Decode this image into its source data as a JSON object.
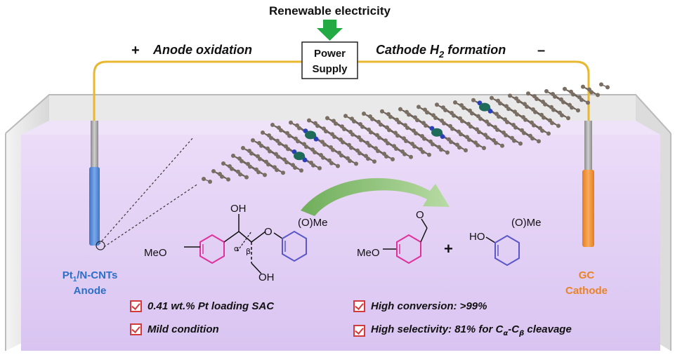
{
  "header": {
    "energy": "Renewable electricity",
    "power_supply_line1": "Power",
    "power_supply_line2": "Supply",
    "anode_sign": "+",
    "anode_process": "Anode oxidation",
    "cathode_process_prefix": "Cathode H",
    "cathode_process_sub": "2",
    "cathode_process_suffix": " formation",
    "cathode_sign": "–"
  },
  "electrodes": {
    "anode_material_prefix": "Pt",
    "anode_material_sub": "1",
    "anode_material_suffix": "/N-CNTs",
    "anode_label": "Anode",
    "cathode_material": "GC",
    "cathode_label": "Cathode"
  },
  "chemistry": {
    "reactant_meo": "MeO",
    "reactant_oh_top": "OH",
    "reactant_o": "O",
    "reactant_ome": "(O)Me",
    "reactant_oh_bottom": "OH",
    "alpha": "α",
    "beta": "β",
    "plus": "+",
    "product1_meo": "MeO",
    "product1_o": "O",
    "product2_ho": "HO",
    "product2_ome": "(O)Me"
  },
  "features": {
    "f1": "0.41 wt.% Pt loading SAC",
    "f2": "Mild condition",
    "f3": "High conversion: >99%",
    "f4_prefix": "High selectivity: 81% for C",
    "f4_sub1": "α",
    "f4_mid": "-C",
    "f4_sub2": "β",
    "f4_suffix": " cleavage"
  },
  "colors": {
    "wire": "#e8b830",
    "arrow": "#22aa44",
    "anode": "#4b86d8",
    "cathode": "#f08a2c",
    "anode_text": "#2c6fc9",
    "cathode_text": "#e8832a",
    "electrolyte": "#e2d2f5",
    "graphene_atom": "#7a6e63",
    "nitrogen": "#2a3fb8",
    "platinum": "#1f6b5a",
    "ring_pink": "#e0309a",
    "ring_blue": "#5a58c8",
    "check": "#d33b3b"
  }
}
